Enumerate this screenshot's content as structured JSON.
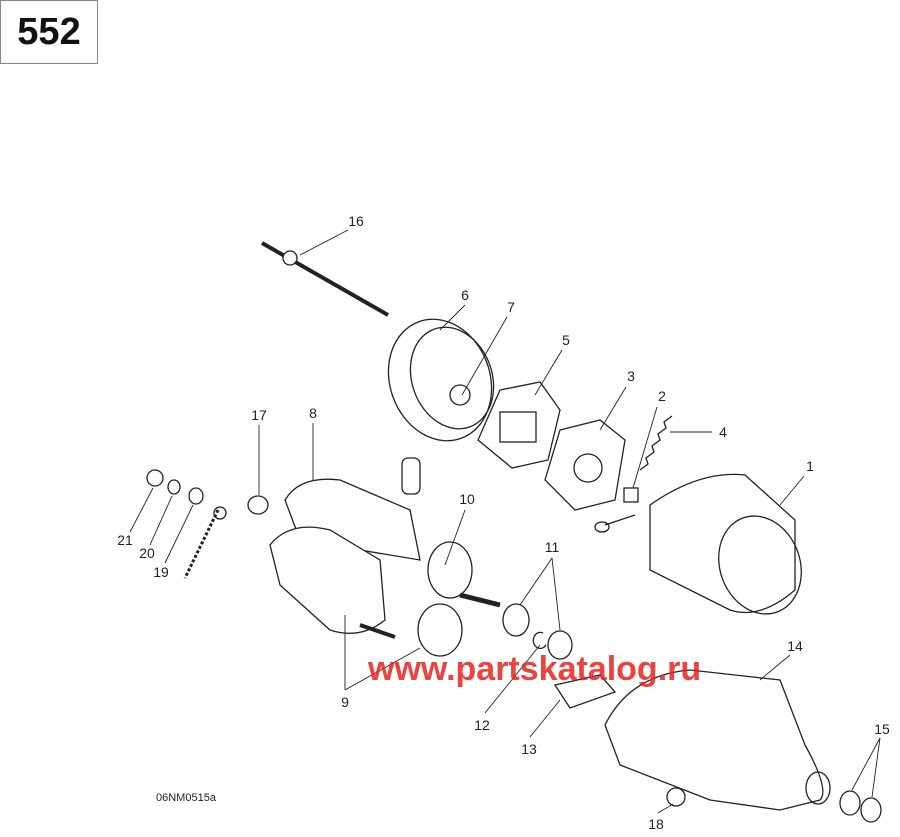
{
  "page_number": "552",
  "figure_code": "06NM0515a",
  "watermark": "www.partskatalog.ru",
  "callouts": [
    {
      "id": "16",
      "label": "16"
    },
    {
      "id": "6",
      "label": "6"
    },
    {
      "id": "7",
      "label": "7"
    },
    {
      "id": "5",
      "label": "5"
    },
    {
      "id": "3",
      "label": "3"
    },
    {
      "id": "2",
      "label": "2"
    },
    {
      "id": "4",
      "label": "4"
    },
    {
      "id": "1",
      "label": "1"
    },
    {
      "id": "17",
      "label": "17"
    },
    {
      "id": "8",
      "label": "8"
    },
    {
      "id": "10",
      "label": "10"
    },
    {
      "id": "11",
      "label": "11"
    },
    {
      "id": "21",
      "label": "21"
    },
    {
      "id": "20",
      "label": "20"
    },
    {
      "id": "19",
      "label": "19"
    },
    {
      "id": "14",
      "label": "14"
    },
    {
      "id": "15",
      "label": "15"
    },
    {
      "id": "9",
      "label": "9"
    },
    {
      "id": "12",
      "label": "12"
    },
    {
      "id": "13",
      "label": "13"
    },
    {
      "id": "18",
      "label": "18"
    }
  ]
}
